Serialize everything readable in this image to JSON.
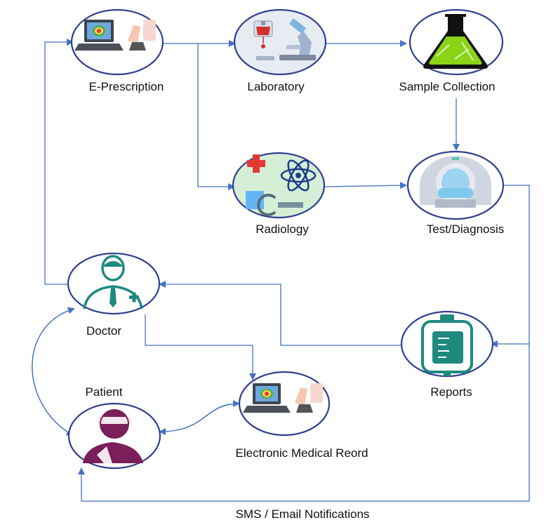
{
  "nodes": {
    "eprescription": "E-Prescription",
    "laboratory": "Laboratory",
    "sample": "Sample Collection",
    "radiology": "Radiology",
    "test": "Test/Diagnosis",
    "doctor": "Doctor",
    "reports": "Reports",
    "patient": "Patient",
    "emr": "Electronic Medical Reord"
  },
  "edge_label": "SMS / Email Notifications",
  "colors": {
    "node_border": "#2f3f8f",
    "arrow": "#4472c4"
  },
  "icons": {
    "eprescription": "laptop-heatmap-icon",
    "laboratory": "lab-equipment-icon",
    "sample": "flask-icon",
    "radiology": "radiology-atom-icon",
    "test": "mri-scanner-icon",
    "doctor": "doctor-icon",
    "reports": "iv-bag-icon",
    "patient": "patient-icon",
    "emr": "laptop-heatmap-icon"
  }
}
